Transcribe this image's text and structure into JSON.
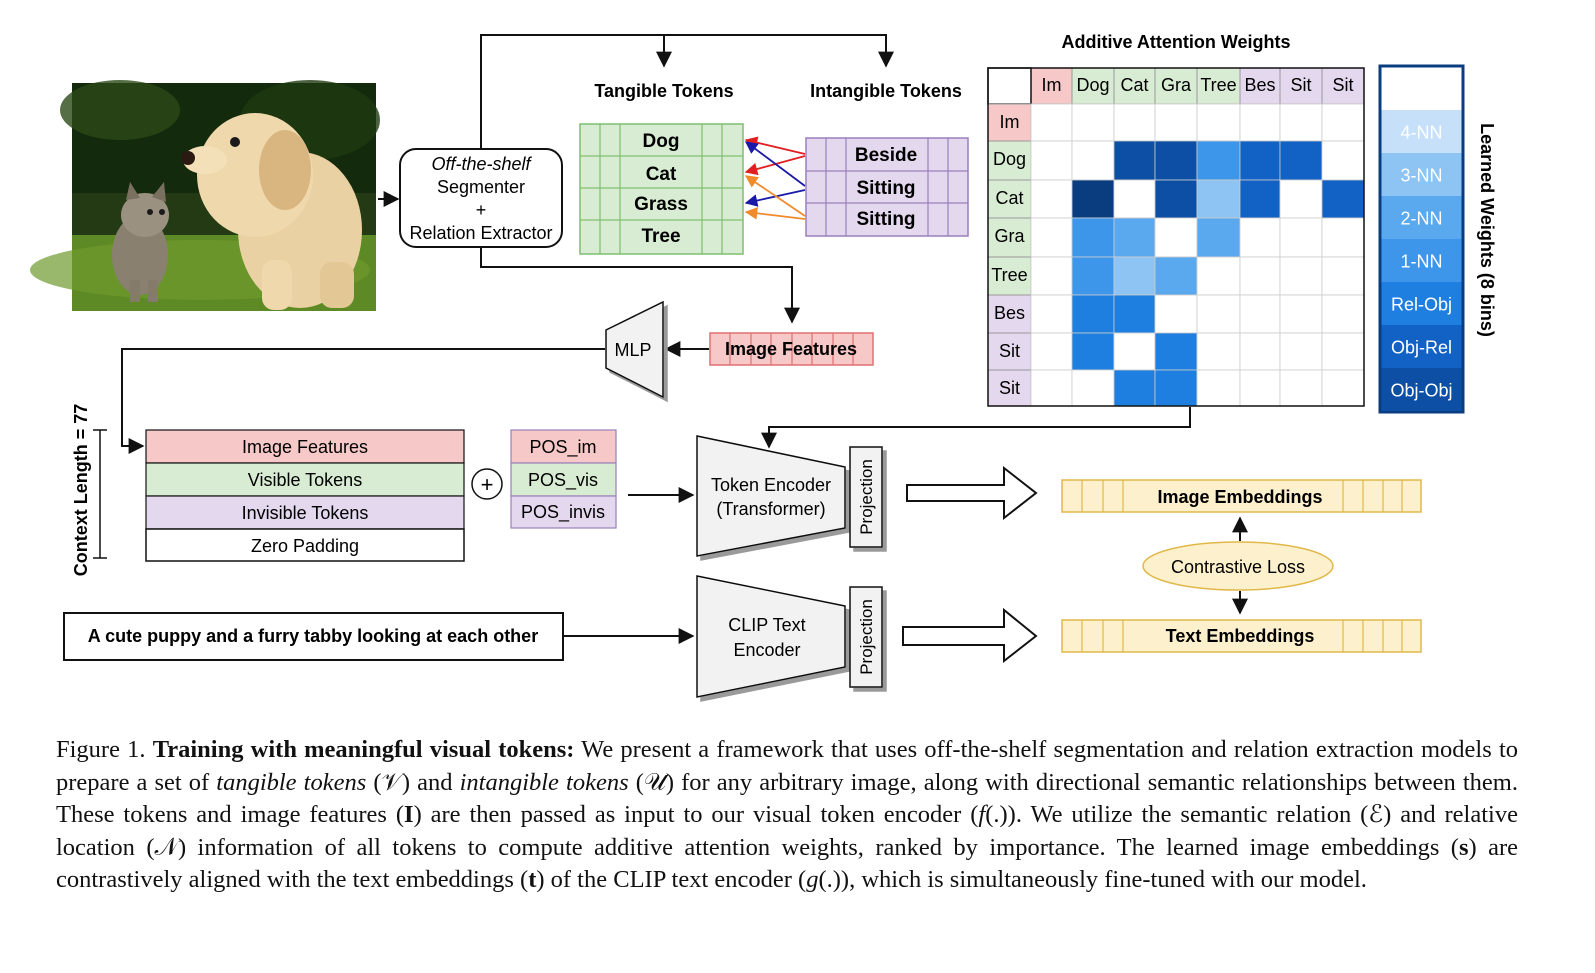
{
  "diagram": {
    "segmenter": {
      "line1": "Off-the-shelf",
      "line2": "Segmenter",
      "line3": "+",
      "line4": "Relation Extractor"
    },
    "tangible": {
      "title": "Tangible Tokens",
      "items": [
        "Dog",
        "Cat",
        "Grass",
        "Tree"
      ]
    },
    "intangible": {
      "title": "Intangible Tokens",
      "items": [
        "Beside",
        "Sitting",
        "Sitting"
      ]
    },
    "attention": {
      "title": "Additive Attention Weights",
      "col_labels": [
        "Im",
        "Dog",
        "Cat",
        "Gra",
        "Tree",
        "Bes",
        "Sit",
        "Sit"
      ],
      "row_labels": [
        "Im",
        "Dog",
        "Cat",
        "Gra",
        "Tree",
        "Bes",
        "Sit",
        "Sit"
      ],
      "cells": [
        [
          0,
          0,
          0,
          0,
          0,
          0,
          0,
          0
        ],
        [
          0,
          0,
          7,
          7,
          4,
          6,
          6,
          0
        ],
        [
          0,
          8,
          0,
          7,
          2,
          6,
          0,
          6
        ],
        [
          0,
          4,
          3,
          0,
          3,
          0,
          0,
          0
        ],
        [
          0,
          4,
          2,
          3,
          0,
          0,
          0,
          0
        ],
        [
          0,
          5,
          5,
          0,
          0,
          0,
          0,
          0
        ],
        [
          0,
          5,
          0,
          5,
          0,
          0,
          0,
          0
        ],
        [
          0,
          0,
          5,
          5,
          0,
          0,
          0,
          0
        ]
      ]
    },
    "legend": {
      "title": "Learned Weights (8 bins)",
      "bins": [
        "4-NN",
        "3-NN",
        "2-NN",
        "1-NN",
        "Rel-Obj",
        "Obj-Rel",
        "Obj-Obj"
      ],
      "colors": [
        "#c6e0fa",
        "#8dc4f3",
        "#5aa9ee",
        "#3d96ea",
        "#1f7fe0",
        "#1261c4",
        "#0c4fa5",
        "#0a3d80"
      ]
    },
    "mlp": "MLP",
    "image_features": "Image Features",
    "context_length": "Context Length = 77",
    "stack": [
      "Image Features",
      "Visible Tokens",
      "Invisible Tokens",
      "Zero Padding"
    ],
    "plus": "+",
    "pos": [
      "POS_im",
      "POS_vis",
      "POS_invis"
    ],
    "token_encoder": {
      "line1": "Token Encoder",
      "line2": "(Transformer)"
    },
    "clip_encoder": {
      "line1": "CLIP Text",
      "line2": "Encoder"
    },
    "projection": "Projection",
    "image_embeddings": "Image Embeddings",
    "text_embeddings": "Text Embeddings",
    "contrastive_loss": "Contrastive Loss",
    "caption_input": "A cute puppy and a furry tabby looking at each other"
  },
  "caption": {
    "prefix": "Figure 1.",
    "bold": "Training with meaningful visual tokens:",
    "t1": " We present a framework that uses off-the-shelf segmentation and relation extraction models to prepare a set of ",
    "i1": "tangible tokens",
    "t2": " (𝒱) and ",
    "i2": "intangible tokens",
    "t3": " (𝒰) for any arbitrary image, along with directional semantic relationships between them. These tokens and image features (",
    "b1": "I",
    "t4": ") are then passed as input to our visual token encoder (",
    "i3": "f",
    "t5": "(.)). We utilize the semantic relation (ℰ) and relative location (𝒩) information of all tokens to compute additive attention weights, ranked by importance. The learned image embeddings (",
    "b2": "s",
    "t6": ") are contrastively aligned with the text embeddings (",
    "b3": "t",
    "t7": ") of the CLIP text encoder (",
    "i4": "g",
    "t8": "(.)), which is simultaneously fine-tuned with our model."
  }
}
